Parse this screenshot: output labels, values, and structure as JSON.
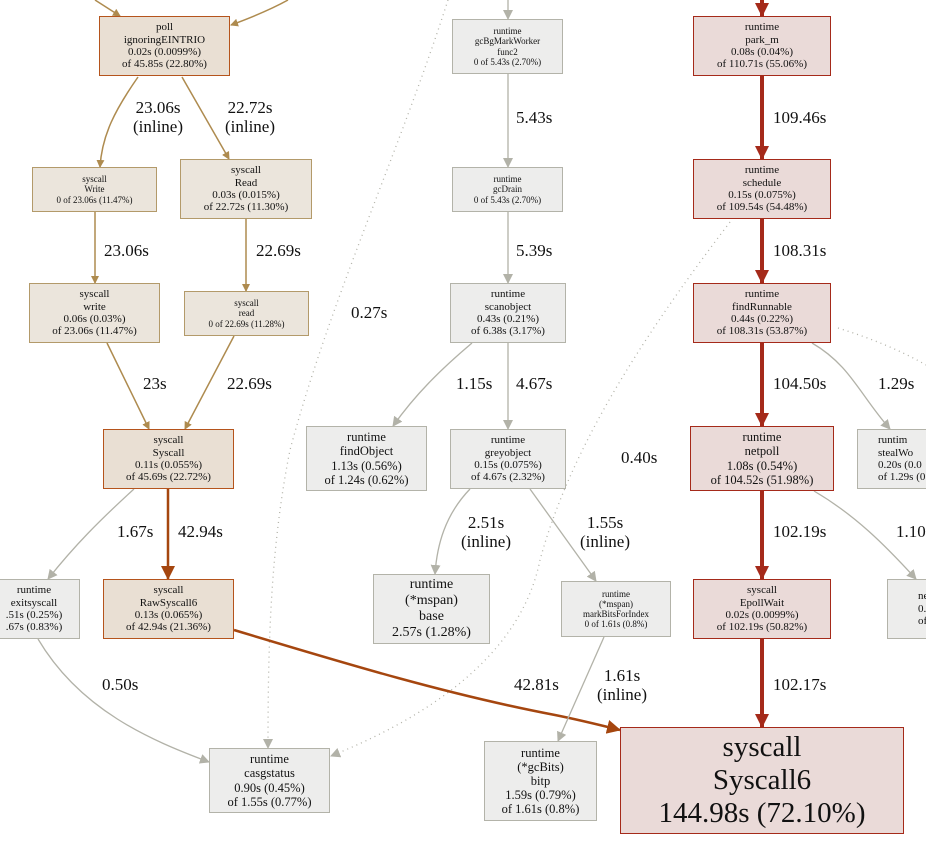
{
  "colors": {
    "tan_edge": "#ae8b4f",
    "red_edge": "#a52a1a",
    "orange_edge": "#a5460f",
    "gray_edge": "#b2b2a8"
  },
  "nodes": {
    "poll": [
      "poll",
      "ignoringEINTRIO",
      "0.02s (0.0099%)",
      "of 45.85s (22.80%)"
    ],
    "sys_Write": [
      "syscall",
      "Write",
      "0 of 23.06s (11.47%)"
    ],
    "sys_Read": [
      "syscall",
      "Read",
      "0.03s (0.015%)",
      "of 22.72s (11.30%)"
    ],
    "gcBgMark": [
      "runtime",
      "gcBgMarkWorker",
      "func2",
      "0 of 5.43s (2.70%)"
    ],
    "gcDrain": [
      "runtime",
      "gcDrain",
      "0 of 5.43s (2.70%)"
    ],
    "park_m": [
      "runtime",
      "park_m",
      "0.08s (0.04%)",
      "of 110.71s (55.06%)"
    ],
    "schedule": [
      "runtime",
      "schedule",
      "0.15s (0.075%)",
      "of 109.54s (54.48%)"
    ],
    "findRunnable": [
      "runtime",
      "findRunnable",
      "0.44s (0.22%)",
      "of 108.31s (53.87%)"
    ],
    "sys_write": [
      "syscall",
      "write",
      "0.06s (0.03%)",
      "of 23.06s (11.47%)"
    ],
    "sys_read": [
      "syscall",
      "read",
      "0 of 22.69s (11.28%)"
    ],
    "scanobject": [
      "runtime",
      "scanobject",
      "0.43s (0.21%)",
      "of 6.38s (3.17%)"
    ],
    "Syscall": [
      "syscall",
      "Syscall",
      "0.11s (0.055%)",
      "of 45.69s (22.72%)"
    ],
    "findObject": [
      "runtime",
      "findObject",
      "1.13s (0.56%)",
      "of 1.24s (0.62%)"
    ],
    "greyobject": [
      "runtime",
      "greyobject",
      "0.15s (0.075%)",
      "of 4.67s (2.32%)"
    ],
    "netpoll": [
      "runtime",
      "netpoll",
      "1.08s (0.54%)",
      "of 104.52s (51.98%)"
    ],
    "stealWork": [
      "runtim",
      "stealWo",
      "0.20s (0.0",
      "of 1.29s (0"
    ],
    "exitsyscall": [
      "runtime",
      "exitsyscall",
      ".51s (0.25%)",
      ".67s (0.83%)"
    ],
    "RawSyscall6": [
      "syscall",
      "RawSyscall6",
      "0.13s (0.065%)",
      "of 42.94s (21.36%)"
    ],
    "mspan_base": [
      "runtime",
      "(*mspan)",
      "base",
      "2.57s (1.28%)"
    ],
    "markBits": [
      "runtime",
      "(*mspan)",
      "markBitsForIndex",
      "0 of 1.61s (0.8%)"
    ],
    "EpollWait": [
      "syscall",
      "EpollWait",
      "0.02s (0.0099%)",
      "of 102.19s (50.82%)"
    ],
    "netpollready": [
      "ne",
      "0.0",
      "of 1."
    ],
    "casgstatus": [
      "runtime",
      "casgstatus",
      "0.90s (0.45%)",
      "of 1.55s (0.77%)"
    ],
    "bitp": [
      "runtime",
      "(*gcBits)",
      "bitp",
      "1.59s (0.79%)",
      "of 1.61s (0.8%)"
    ],
    "Syscall6": [
      "syscall",
      "Syscall6",
      "144.98s (72.10%)"
    ]
  },
  "edges": [
    {
      "label": "23.06s",
      "sub": "(inline)"
    },
    {
      "label": "22.72s",
      "sub": "(inline)"
    },
    {
      "label": "5.43s"
    },
    {
      "label": "109.46s"
    },
    {
      "label": "23.06s"
    },
    {
      "label": "22.69s"
    },
    {
      "label": "5.39s"
    },
    {
      "label": "108.31s"
    },
    {
      "label": "0.27s"
    },
    {
      "label": "23s"
    },
    {
      "label": "22.69s"
    },
    {
      "label": "1.15s"
    },
    {
      "label": "4.67s"
    },
    {
      "label": "104.50s"
    },
    {
      "label": "1.29s"
    },
    {
      "label": "0.40s"
    },
    {
      "label": "1.67s"
    },
    {
      "label": "42.94s"
    },
    {
      "label": "2.51s",
      "sub": "(inline)"
    },
    {
      "label": "1.55s",
      "sub": "(inline)"
    },
    {
      "label": "102.19s"
    },
    {
      "label": "1.10"
    },
    {
      "label": "0.50s"
    },
    {
      "label": "42.81s"
    },
    {
      "label": "1.61s",
      "sub": "(inline)"
    },
    {
      "label": "102.17s"
    }
  ]
}
